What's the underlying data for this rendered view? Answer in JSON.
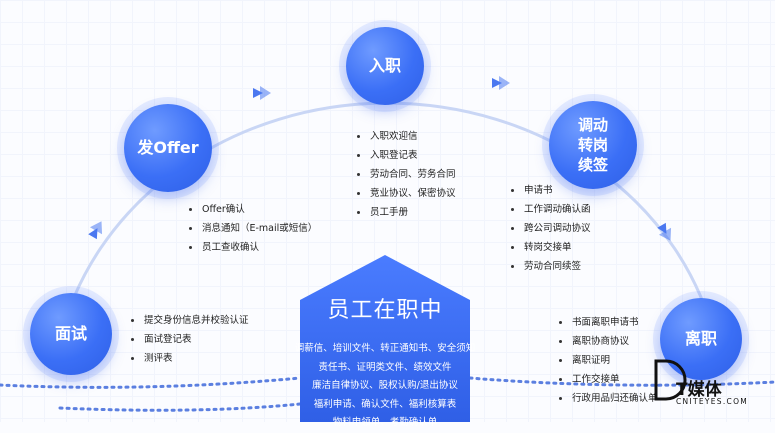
{
  "nodes": {
    "interview": {
      "label": "面试",
      "items": [
        "提交身份信息并校验认证",
        "面试登记表",
        "测评表"
      ]
    },
    "offer": {
      "label": "发Offer",
      "items": [
        "Offer确认",
        "消息通知（E-mail或短信）",
        "员工查收确认"
      ]
    },
    "onboard": {
      "label": "入职",
      "items": [
        "入职欢迎信",
        "入职登记表",
        "劳动合同、劳务合同",
        "竞业协议、保密协议",
        "员工手册"
      ]
    },
    "transfer": {
      "label": "调动\n转岗\n续签",
      "items": [
        "申请书",
        "工作调动确认函",
        "跨公司调动协议",
        "转岗交接单",
        "劳动合同续签"
      ]
    },
    "leave": {
      "label": "离职",
      "items": [
        "书面离职申请书",
        "离职协商协议",
        "离职证明",
        "工作交接单",
        "行政用品归还确认单"
      ]
    }
  },
  "center": {
    "title": "员工在职中",
    "lines": [
      "调薪信、培训文件、转正通知书、安全须知",
      "责任书、证明类文件、绩效文件",
      "廉洁自律协议、股权认购/退出协议",
      "福利申请、确认文件、福利核算表",
      "物料申领单、考勤确认单"
    ]
  },
  "watermark": {
    "brand": "T媒体",
    "site": "CNITEYES.COM"
  },
  "colors": {
    "primary": "#3b6ff6",
    "arc": "#c9d6f5",
    "dots": "#5b7fe0"
  }
}
